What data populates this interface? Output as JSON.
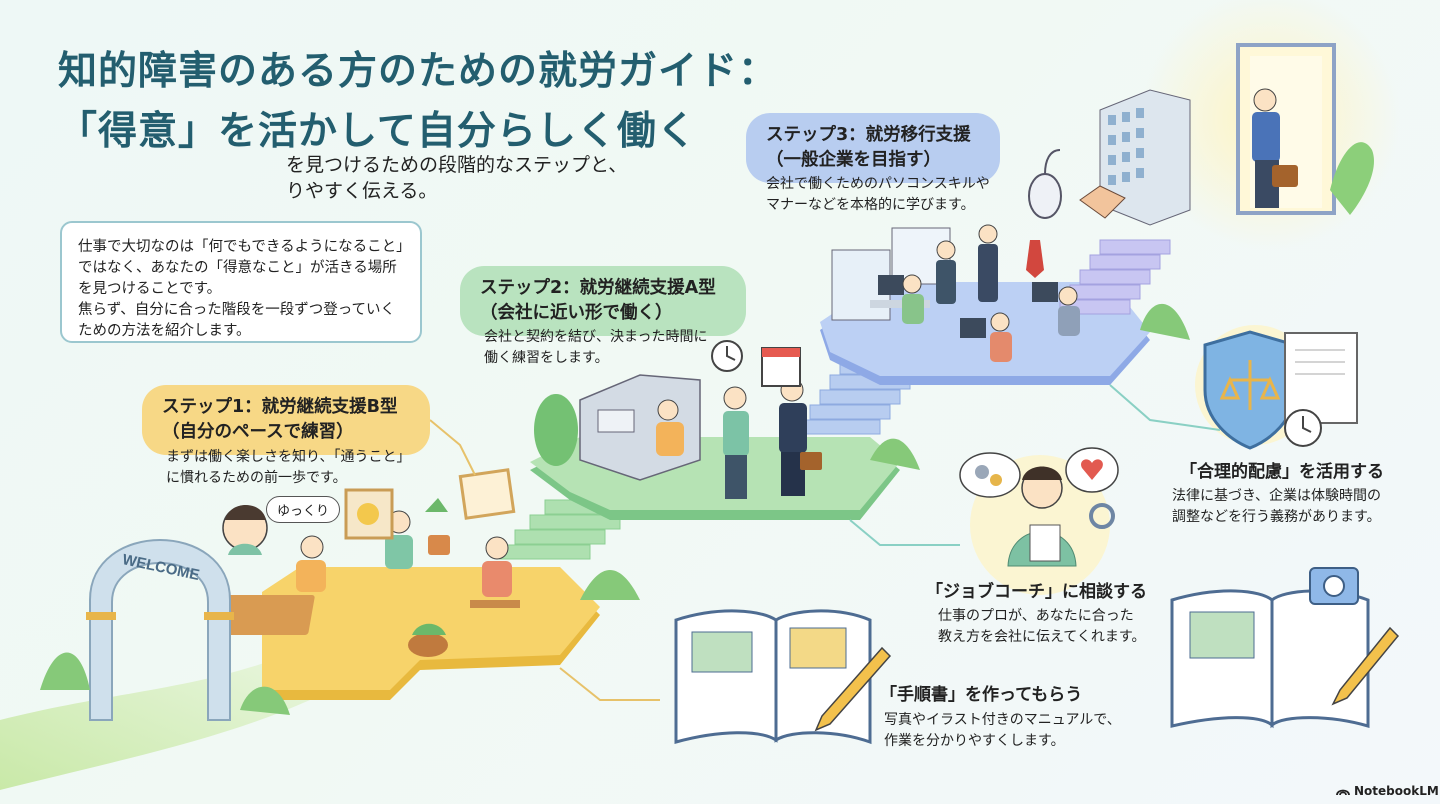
{
  "title_line1": "知的障害のある方のための就労ガイド：",
  "title_line2": "「得意」を活かして自分らしく働く",
  "subtitle_line1": "を見つけるための段階的なステップと、",
  "subtitle_line2": "りやすく伝える。",
  "intro_lines": [
    "仕事で大切なのは「何でもできるようになること」",
    "ではなく、あなたの「得意なこと」が活きる場所",
    "を見つけることです。",
    "焦らず、自分に合った階段を一段ずつ登っていく",
    "ための方法を紹介します。"
  ],
  "steps": [
    {
      "title1": "ステップ1：就労継続支援B型",
      "title2": "（自分のペースで練習）",
      "desc1": "まずは働く楽しさを知り、「通うこと」",
      "desc2": "に慣れるための前一歩です。"
    },
    {
      "title1": "ステップ2：就労継続支援A型",
      "title2": "（会社に近い形で働く）",
      "desc1": "会社と契約を結び、決まった時間に",
      "desc2": "働く練習をします。"
    },
    {
      "title1": "ステップ3：就労移行支援",
      "title2": "（一般企業を目指す）",
      "desc1": "会社で働くためのパソコンスキルや",
      "desc2": "マナーなどを本格的に学びます。"
    }
  ],
  "bubble_text": "ゆっくり",
  "arch_text": "WELCOME",
  "info": [
    {
      "title": "「合理的配慮」を活用する",
      "desc1": "法律に基づき、企業は体験時間の",
      "desc2": "調整などを行う義務があります。"
    },
    {
      "title": "「ジョブコーチ」に相談する",
      "desc1": "仕事のプロが、あなたに合った",
      "desc2": "教え方を会社に伝えてくれます。"
    },
    {
      "title": "「手順書」を作ってもらう",
      "desc1": "写真やイラスト付きのマニュアルで、",
      "desc2": "作業を分かりやすくします。"
    }
  ],
  "logo_text": "NotebookLM",
  "colors": {
    "title": "#235e6f",
    "step1": "#f7d886",
    "step2": "#b9e3bf",
    "step3": "#b8cdf0",
    "platform1": "#f6cf5e",
    "platform2": "#a9dca2",
    "platform3": "#a9c3ef"
  }
}
